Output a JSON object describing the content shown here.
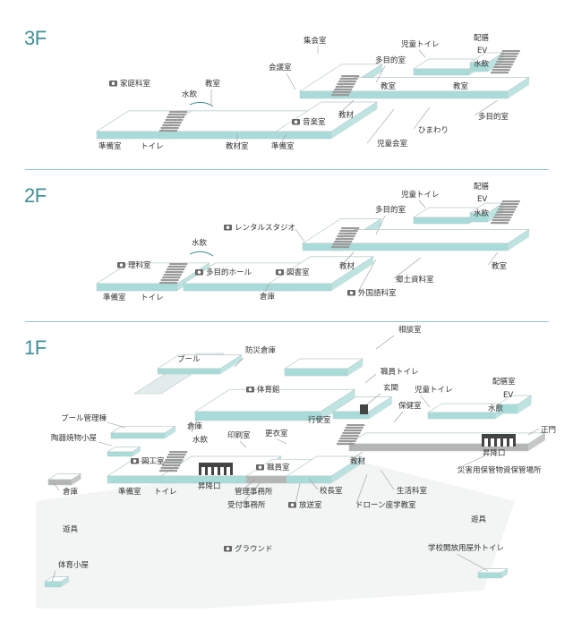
{
  "floors": [
    {
      "id": "3F",
      "title": "3F",
      "rooms": [
        {
          "label": "集会室",
          "camera": false
        },
        {
          "label": "会議室",
          "camera": false
        },
        {
          "label": "家庭科室",
          "camera": true
        },
        {
          "label": "教室",
          "camera": false
        },
        {
          "label": "水飲",
          "camera": false
        },
        {
          "label": "準備室",
          "camera": false
        },
        {
          "label": "トイレ",
          "camera": false
        },
        {
          "label": "教材室",
          "camera": false
        },
        {
          "label": "準備室",
          "camera": false
        },
        {
          "label": "音楽室",
          "camera": true
        },
        {
          "label": "教材",
          "camera": false
        },
        {
          "label": "多目的室",
          "camera": false
        },
        {
          "label": "児童トイレ",
          "camera": false
        },
        {
          "label": "配膳",
          "camera": false
        },
        {
          "label": "EV",
          "camera": false
        },
        {
          "label": "水飲",
          "camera": false
        },
        {
          "label": "教室",
          "camera": false
        },
        {
          "label": "教室",
          "camera": false
        },
        {
          "label": "多目的室",
          "camera": false
        },
        {
          "label": "ひまわり",
          "camera": false
        },
        {
          "label": "児童会室",
          "camera": false
        }
      ]
    },
    {
      "id": "2F",
      "title": "2F",
      "rooms": [
        {
          "label": "レンタルスタジオ",
          "camera": true
        },
        {
          "label": "水飲",
          "camera": false
        },
        {
          "label": "理科室",
          "camera": true
        },
        {
          "label": "準備室",
          "camera": false
        },
        {
          "label": "トイレ",
          "camera": false
        },
        {
          "label": "多目的ホール",
          "camera": true
        },
        {
          "label": "図書室",
          "camera": true
        },
        {
          "label": "倉庫",
          "camera": false
        },
        {
          "label": "教材",
          "camera": false
        },
        {
          "label": "多目的室",
          "camera": false
        },
        {
          "label": "児童トイレ",
          "camera": false
        },
        {
          "label": "配膳",
          "camera": false
        },
        {
          "label": "EV",
          "camera": false
        },
        {
          "label": "水飲",
          "camera": false
        },
        {
          "label": "教室",
          "camera": false
        },
        {
          "label": "郷土資料室",
          "camera": false
        },
        {
          "label": "外国語科室",
          "camera": true
        }
      ]
    },
    {
      "id": "1F",
      "title": "1F",
      "rooms": [
        {
          "label": "プール",
          "camera": false
        },
        {
          "label": "防災倉庫",
          "camera": false
        },
        {
          "label": "体育館",
          "camera": true
        },
        {
          "label": "相談室",
          "camera": false
        },
        {
          "label": "職員トイレ",
          "camera": false
        },
        {
          "label": "玄関",
          "camera": false
        },
        {
          "label": "児童トイレ",
          "camera": false
        },
        {
          "label": "配膳室",
          "camera": false
        },
        {
          "label": "EV",
          "camera": false
        },
        {
          "label": "保健室",
          "camera": false
        },
        {
          "label": "水飲",
          "camera": false
        },
        {
          "label": "プール管理棟",
          "camera": false
        },
        {
          "label": "陶器焼物小屋",
          "camera": false
        },
        {
          "label": "倉庫",
          "camera": false
        },
        {
          "label": "印刷室",
          "camera": false
        },
        {
          "label": "更衣室",
          "camera": false
        },
        {
          "label": "行使室",
          "camera": false
        },
        {
          "label": "正門",
          "camera": false
        },
        {
          "label": "水飲",
          "camera": false
        },
        {
          "label": "昇降口",
          "camera": false
        },
        {
          "label": "図工室",
          "camera": true
        },
        {
          "label": "職員室",
          "camera": true
        },
        {
          "label": "教材",
          "camera": false
        },
        {
          "label": "災害用保管物資保管場所",
          "camera": false
        },
        {
          "label": "倉庫",
          "camera": false
        },
        {
          "label": "準備室",
          "camera": false
        },
        {
          "label": "トイレ",
          "camera": false
        },
        {
          "label": "昇降口",
          "camera": false
        },
        {
          "label": "管理事務所",
          "camera": false
        },
        {
          "label": "校長室",
          "camera": false
        },
        {
          "label": "生活科室",
          "camera": false
        },
        {
          "label": "受付事務所",
          "camera": false
        },
        {
          "label": "放送室",
          "camera": true
        },
        {
          "label": "ドローン座学教室",
          "camera": false
        },
        {
          "label": "遊具",
          "camera": false
        },
        {
          "label": "遊具",
          "camera": false
        },
        {
          "label": "グラウンド",
          "camera": true
        },
        {
          "label": "学校開放用屋外トイレ",
          "camera": false
        },
        {
          "label": "体育小屋",
          "camera": false
        }
      ]
    }
  ],
  "colors": {
    "accent": "#3f8f96",
    "roomTop": "#ffffff",
    "roomSide": "#a9dcd9",
    "roomStroke": "#b7c9ca",
    "gray": "#b5b5b5",
    "ground": "#f3f5f5",
    "leader": "#999999",
    "entrance": "#444444"
  }
}
